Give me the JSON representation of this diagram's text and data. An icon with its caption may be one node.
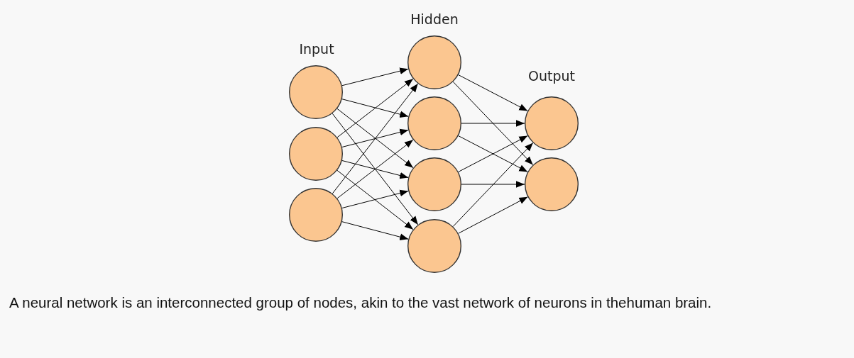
{
  "diagram": {
    "caption": "A neural network is an interconnected group of nodes, akin to the vast network of neurons in thehuman brain.",
    "nodes": [
      {
        "text": [],
        "shape": "circle"
      },
      {
        "text": [],
        "shape": "circle"
      },
      {
        "text": [],
        "shape": "circle"
      },
      {
        "text": [],
        "shape": "circle"
      },
      {
        "text": [],
        "shape": "circle"
      },
      {
        "text": [],
        "shape": "circle"
      },
      {
        "text": [],
        "shape": "circle"
      },
      {
        "text": [],
        "shape": "circle"
      },
      {
        "text": [],
        "shape": "circle"
      }
    ],
    "edges": [
      {
        "from": 0,
        "to": 3,
        "arrow": "to"
      },
      {
        "from": 0,
        "to": 4,
        "arrow": "to"
      },
      {
        "from": 0,
        "to": 5,
        "arrow": "to"
      },
      {
        "from": 0,
        "to": 6,
        "arrow": "to"
      },
      {
        "from": 1,
        "to": 3,
        "arrow": "to"
      },
      {
        "from": 1,
        "to": 4,
        "arrow": "to"
      },
      {
        "from": 1,
        "to": 5,
        "arrow": "to"
      },
      {
        "from": 1,
        "to": 6,
        "arrow": "to"
      },
      {
        "from": 2,
        "to": 3,
        "arrow": "to"
      },
      {
        "from": 2,
        "to": 4,
        "arrow": "to"
      },
      {
        "from": 2,
        "to": 5,
        "arrow": "to"
      },
      {
        "from": 2,
        "to": 6,
        "arrow": "to"
      },
      {
        "from": 3,
        "to": 7,
        "arrow": "to"
      },
      {
        "from": 3,
        "to": 8,
        "arrow": "to"
      },
      {
        "from": 4,
        "to": 7,
        "arrow": "to"
      },
      {
        "from": 4,
        "to": 8,
        "arrow": "to"
      },
      {
        "from": 5,
        "to": 7,
        "arrow": "to"
      },
      {
        "from": 5,
        "to": 8,
        "arrow": "to"
      },
      {
        "from": 6,
        "to": 7,
        "arrow": "to"
      },
      {
        "from": 6,
        "to": 8,
        "arrow": "to"
      }
    ],
    "labels": [
      "Hidden",
      "Input",
      "Output"
    ]
  }
}
